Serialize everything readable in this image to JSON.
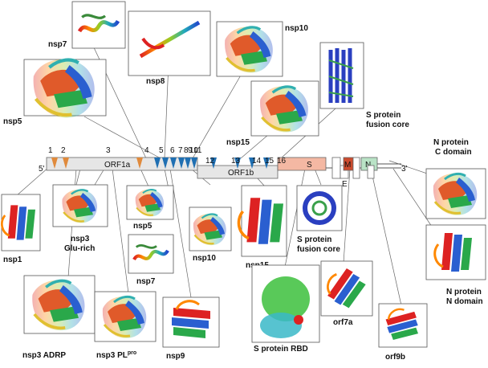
{
  "genome": {
    "five_prime": "5'",
    "three_prime": "3'",
    "orf1a": "ORF1a",
    "orf1b": "ORF1b",
    "s": "S",
    "e": "E",
    "m": "M",
    "n": "N",
    "site_numbers": [
      "1",
      "2",
      "3",
      "4",
      "5",
      "6",
      "7",
      "8",
      "9",
      "10",
      "11",
      "12",
      "13",
      "14",
      "15",
      "16"
    ]
  },
  "structures": {
    "nsp7_top": "nsp7",
    "nsp8": "nsp8",
    "nsp10_top": "nsp10",
    "nsp5_top": "nsp5",
    "nsp15_top": "nsp15",
    "s_fusion_top_1": "S protein",
    "s_fusion_top_2": "fusion core",
    "n_c_1": "N protein",
    "n_c_2": "C domain",
    "nsp1": "nsp1",
    "nsp3_glu_1": "nsp3",
    "nsp3_glu_2": "Glu-rich",
    "nsp5_bottom": "nsp5",
    "nsp7_bottom": "nsp7",
    "nsp10_bottom": "nsp10",
    "nsp15_bottom": "nsp15",
    "s_fusion_bottom_1": "S protein",
    "s_fusion_bottom_2": "fusion core",
    "n_n_1": "N protein",
    "n_n_2": "N domain",
    "nsp3_adrp": "nsp3 ADRP",
    "nsp3_pl": "nsp3 PL",
    "nsp3_pl_sup": "pro",
    "nsp9": "nsp9",
    "s_rbd": "S protein RBD",
    "orf7a": "orf7a",
    "orf9b": "orf9b"
  },
  "colors": {
    "orf_gray": "#e6e6e6",
    "orange_marker": "#e08a3c",
    "blue_marker": "#1f6fb2",
    "s_segment": "#f4b8a3",
    "m_segment": "#cc4b2e",
    "n_segment": "#b9e3c6"
  }
}
